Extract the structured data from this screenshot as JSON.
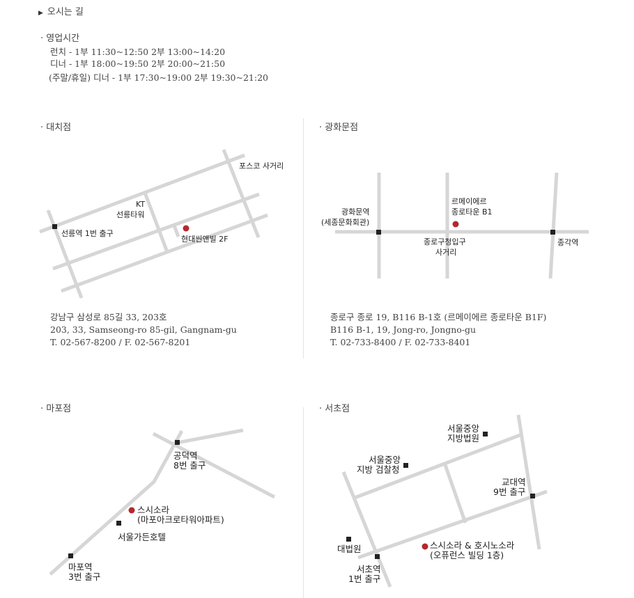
{
  "header": {
    "title": "오시는 길"
  },
  "hours": {
    "title": "· 영업시간",
    "lines": [
      "런치 - 1부 11:30~12:50   2부 13:00~14:20",
      "디너 - 1부 18:00~19:50   2부 20:00~21:50",
      "(주말/휴일) 디너 - 1부 17:30~19:00   2부  19:30~21:20"
    ]
  },
  "branches": {
    "daechi": {
      "title": "· 대치점",
      "labels": {
        "posco": "포스코 사거리",
        "kt1": "KT",
        "kt2": "선릉타워",
        "seolleung": "선릉역 1번 출구",
        "hyundai": "현대씬앤빌 2F"
      },
      "address": [
        "강남구 삼성로 85길 33, 203호",
        "203, 33, Samseong-ro 85-gil, Gangnam-gu",
        "T. 02-567-8200 / F. 02-567-8201"
      ]
    },
    "gwanghwamun": {
      "title": "· 광화문점",
      "labels": {
        "station1": "광화문역",
        "station2": "(세종문화회관)",
        "lemeilleur1": "르메이에르",
        "lemeilleur2": "종로타운 B1",
        "jongno1": "종로구청입구",
        "jongno2": "사거리",
        "jonggak": "종각역"
      },
      "address": [
        "종로구 종로 19, B116 B-1호 (르메이에르 종로타운 B1F)",
        "B116 B-1, 19, Jong-ro, Jongno-gu",
        "T. 02-733-8400 / F. 02-733-8401"
      ]
    },
    "mapo": {
      "title": "· 마포점",
      "labels": {
        "gongdeok1": "공덕역",
        "gongdeok2": "8번 출구",
        "sushi1": "스시소라",
        "sushi2": "(마포아크로타워아파트)",
        "garden": "서울가든호텔",
        "mapo1": "마포역",
        "mapo2": "3번 출구"
      }
    },
    "seocho": {
      "title": "· 서초점",
      "labels": {
        "court1": "서울중앙",
        "court2": "지방법원",
        "prosec1": "서울중앙",
        "prosec2": "지방 검찰청",
        "gyodae1": "교대역",
        "gyodae2": "9번 출구",
        "supreme": "대법원",
        "sushi1": "스시소라 & 호시노소라",
        "sushi2": "(오퓨런스 빌딩 1층)",
        "seocho1": "서초역",
        "seocho2": "1번 출구"
      }
    }
  },
  "colors": {
    "marker": "#b3282d",
    "road": "#d6d6d6",
    "station": "#222222"
  }
}
